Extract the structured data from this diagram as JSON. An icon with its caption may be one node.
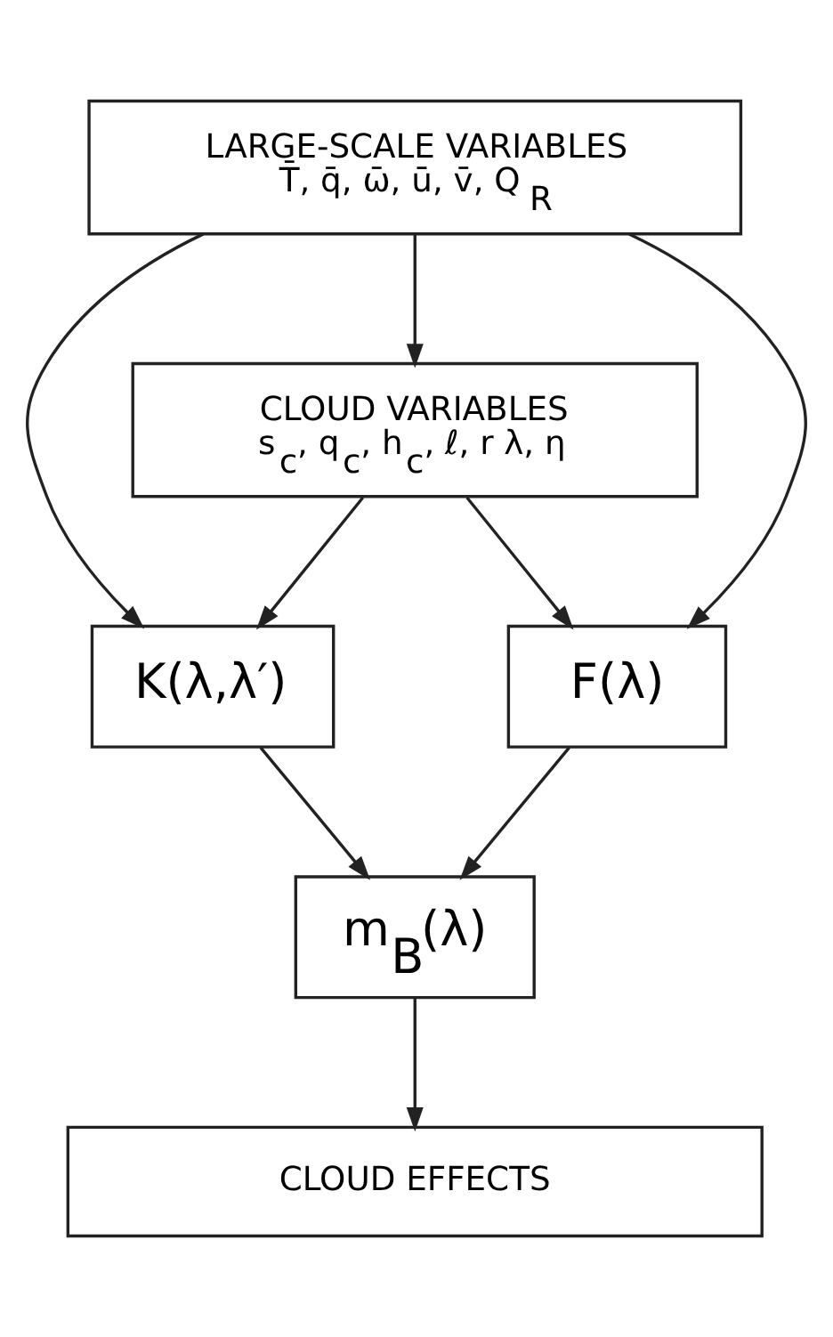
{
  "diagram": {
    "nodes": [
      {
        "text": [
          "LARGE-SCALE VARIABLES",
          "T̄, q̄, ω̄, ū, v̄, Q$_{R}$"
        ]
      },
      {
        "text": [
          "CLOUD VARIABLES",
          "s$_{c}$, q$_{c}$, h$_{c}$, ℓ, r λ, η"
        ]
      },
      {
        "text": [
          "K(λ,λ′)"
        ]
      },
      {
        "text": [
          "F(λ)"
        ]
      },
      {
        "text": [
          "m$_{B}$(λ)"
        ]
      },
      {
        "text": [
          "CLOUD EFFECTS"
        ]
      }
    ],
    "edges": [
      {
        "from": 0,
        "to": 1,
        "arrow": "to"
      },
      {
        "from": 0,
        "to": 2,
        "arrow": "to"
      },
      {
        "from": 1,
        "to": 2,
        "arrow": "to"
      },
      {
        "from": 1,
        "to": 3,
        "arrow": "to"
      },
      {
        "from": 0,
        "to": 3,
        "arrow": "to"
      },
      {
        "from": 2,
        "to": 4,
        "arrow": "to"
      },
      {
        "from": 3,
        "to": 4,
        "arrow": "to"
      },
      {
        "from": 4,
        "to": 5,
        "arrow": "to"
      }
    ]
  }
}
